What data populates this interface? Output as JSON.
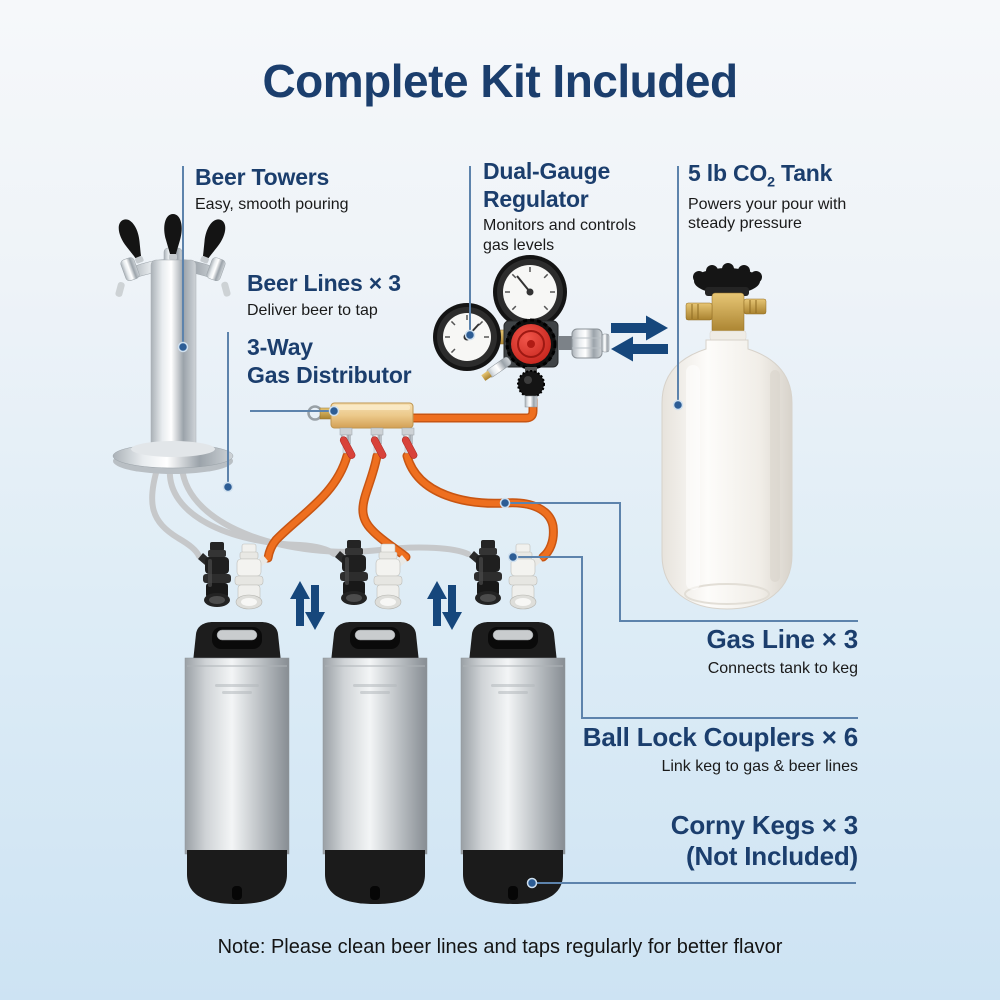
{
  "title": "Complete Kit Included",
  "note": "Note: Please clean beer lines and taps regularly for better flavor",
  "callouts": {
    "beer_towers": {
      "label": "Beer Towers",
      "desc": "Easy, smooth pouring"
    },
    "beer_lines": {
      "label": "Beer Lines × 3",
      "desc": "Deliver beer to tap"
    },
    "gas_distributor": {
      "label_line1": "3-Way",
      "label_line2": "Gas Distributor"
    },
    "regulator": {
      "label_line1": "Dual-Gauge",
      "label_line2": "Regulator",
      "desc": "Monitors and controls gas levels"
    },
    "co2_tank": {
      "label_prefix": "5 lb CO",
      "label_sub": "2",
      "label_suffix": " Tank",
      "desc": "Powers your pour with steady pressure"
    },
    "gas_line": {
      "label": "Gas Line × 3",
      "desc": "Connects tank to keg"
    },
    "ball_lock": {
      "label": "Ball Lock Couplers × 6",
      "desc": "Link keg to gas & beer lines"
    },
    "corny_kegs": {
      "label_line1": "Corny Kegs × 3",
      "label_line2": "(Not Included)"
    }
  },
  "colors": {
    "heading_navy": "#1b3e6d",
    "text_dark": "#1a1a1a",
    "callout_line": "#5d83ac",
    "callout_dot": "#2d5d95",
    "arrow_navy": "#16477c",
    "gas_line_orange": "#ee6f1f",
    "gas_line_orange_dark": "#c85512",
    "beer_line_gray": "#c6c8ca",
    "distributor_brass": "#e2b36a",
    "lever_red": "#d8423a",
    "cap_black": "#1d1d1d",
    "tank_white": "#f4f1ec",
    "bg_top": "#f6f8fa",
    "bg_bottom": "#cde3f3"
  }
}
